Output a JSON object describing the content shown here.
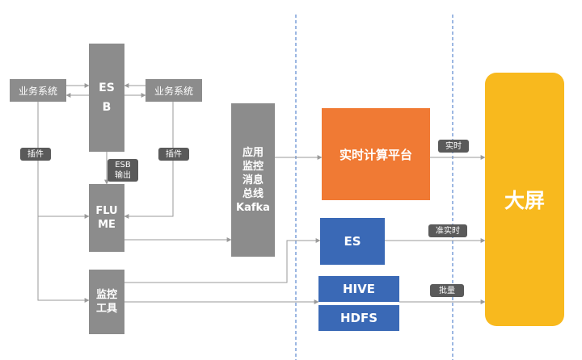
{
  "nodes": {
    "biz_left": "业务系统",
    "esb": "ES\nB",
    "biz_right": "业务系统",
    "tag_plugin_left": "插件",
    "tag_esb_output": "ESB\n输出",
    "tag_plugin_right": "插件",
    "flume": "FLU\nME",
    "monitor_tool": "监控\n工具",
    "kafka": "应用\n监控\n消息\n总线\nKafka",
    "realtime_platform": "实时计算平台",
    "es": "ES",
    "hive": "HIVE",
    "hdfs": "HDFS",
    "big_screen": "大屏"
  },
  "edge_labels": {
    "realtime": "实时",
    "near_realtime": "准实时",
    "batch": "批量"
  },
  "colors": {
    "gray": "#8c8c8c",
    "dark_tag": "#5a5a5a",
    "orange": "#f07a34",
    "blue": "#3a69b6",
    "yellow": "#f8b91e",
    "divider": "#3a6fc4",
    "arrow": "#9a9a9a"
  }
}
